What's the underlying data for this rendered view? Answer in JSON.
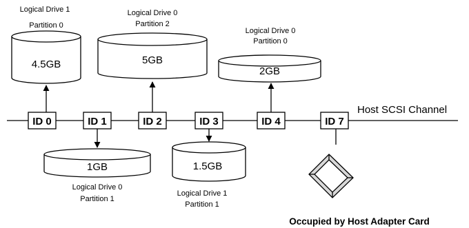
{
  "channel": {
    "label": "Host SCSI Channel"
  },
  "ids": [
    "ID 0",
    "ID 1",
    "ID 2",
    "ID 3",
    "ID 4",
    "ID 7"
  ],
  "drives": [
    {
      "capacity": "4.5GB",
      "logical": "Logical Drive 1",
      "partition": "Partition 0"
    },
    {
      "capacity": "1GB",
      "logical": "Logical Drive 0",
      "partition": "Partition 1"
    },
    {
      "capacity": "5GB",
      "logical": "Logical Drive 0",
      "partition": "Partition 2"
    },
    {
      "capacity": "1.5GB",
      "logical": "Logical Drive 1",
      "partition": "Partition 1"
    },
    {
      "capacity": "2GB",
      "logical": "Logical Drive 0",
      "partition": "Partition 0"
    }
  ],
  "host_adapter": {
    "label": "Occupied by Host Adapter Card"
  }
}
